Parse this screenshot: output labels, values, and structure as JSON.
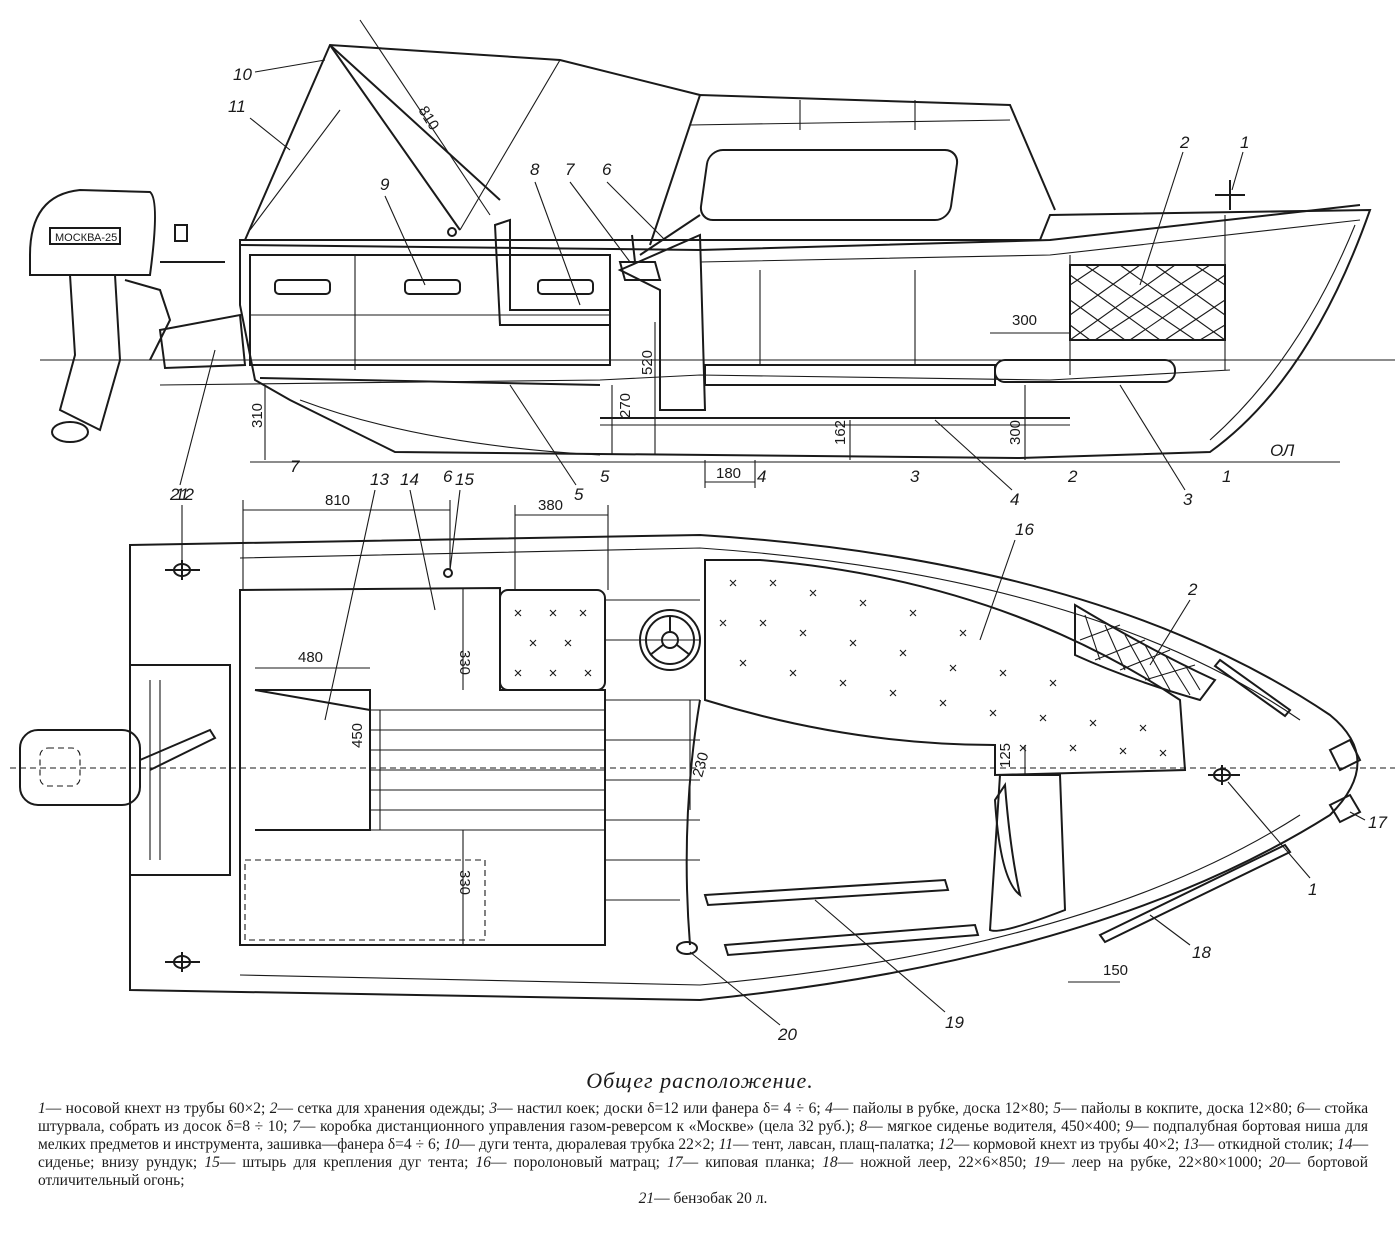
{
  "side_view": {
    "motor_brand": "МОСКВА-25",
    "waterline_label": "ОЛ",
    "dimensions": [
      "810",
      "300",
      "520",
      "270",
      "162",
      "300",
      "310",
      "180"
    ],
    "stations": [
      "1",
      "2",
      "3",
      "4",
      "5",
      "6",
      "7"
    ],
    "callouts": [
      "1",
      "2",
      "3",
      "4",
      "5",
      "6",
      "7",
      "8",
      "9",
      "10",
      "11",
      "21"
    ]
  },
  "plan_view": {
    "dimensions": [
      "810",
      "380",
      "480",
      "330",
      "450",
      "330",
      "230",
      "125",
      "150"
    ],
    "callouts": [
      "12",
      "13",
      "14",
      "15",
      "16",
      "2",
      "1",
      "17",
      "18",
      "19",
      "20"
    ]
  },
  "caption": {
    "title": "Общег расположение.",
    "items": [
      {
        "num": "1",
        "text": "— носовой кнехт нз трубы 60×2;"
      },
      {
        "num": "2",
        "text": "— сетка для хранения одежды;"
      },
      {
        "num": "3",
        "text": "— настил коек; доски δ=12 или фанера δ= 4 ÷ 6;"
      },
      {
        "num": "4",
        "text": "— пайолы в рубке, доска 12×80;"
      },
      {
        "num": "5",
        "text": "— пайолы в кокпите, доска 12×80;"
      },
      {
        "num": "6",
        "text": "— стойка штурвала, собрать из досок δ=8 ÷ 10;"
      },
      {
        "num": "7",
        "text": "— коробка дистанционного управления газом-реверсом к «Москве» (цела 32 руб.);"
      },
      {
        "num": "8",
        "text": "— мягкое сиденье водителя, 450×400;"
      },
      {
        "num": "9",
        "text": "— подпалубная бортовая ниша для мелких предметов и инструмента, зашивка—фанера δ=4 ÷ 6;"
      },
      {
        "num": "10",
        "text": "— дуги тента, дюралевая трубка 22×2;"
      },
      {
        "num": "11",
        "text": "— тент, лавсан, плащ-палатка;"
      },
      {
        "num": "12",
        "text": "— кормовой кнехт из трубы 40×2;"
      },
      {
        "num": "13",
        "text": "— откидной столик;"
      },
      {
        "num": "14",
        "text": "— сиденье; внизу рундук;"
      },
      {
        "num": "15",
        "text": "— штырь для крепления дуг тента;"
      },
      {
        "num": "16",
        "text": "— поролоновый матрац;"
      },
      {
        "num": "17",
        "text": "— киповая планка;"
      },
      {
        "num": "18",
        "text": "— ножной леер, 22×6×850;"
      },
      {
        "num": "19",
        "text": "— леер на рубке, 22×80×1000;"
      },
      {
        "num": "20",
        "text": "— бортовой отличительный огонь;"
      }
    ],
    "last_item": {
      "num": "21",
      "text": "— бензобак 20 л."
    }
  }
}
